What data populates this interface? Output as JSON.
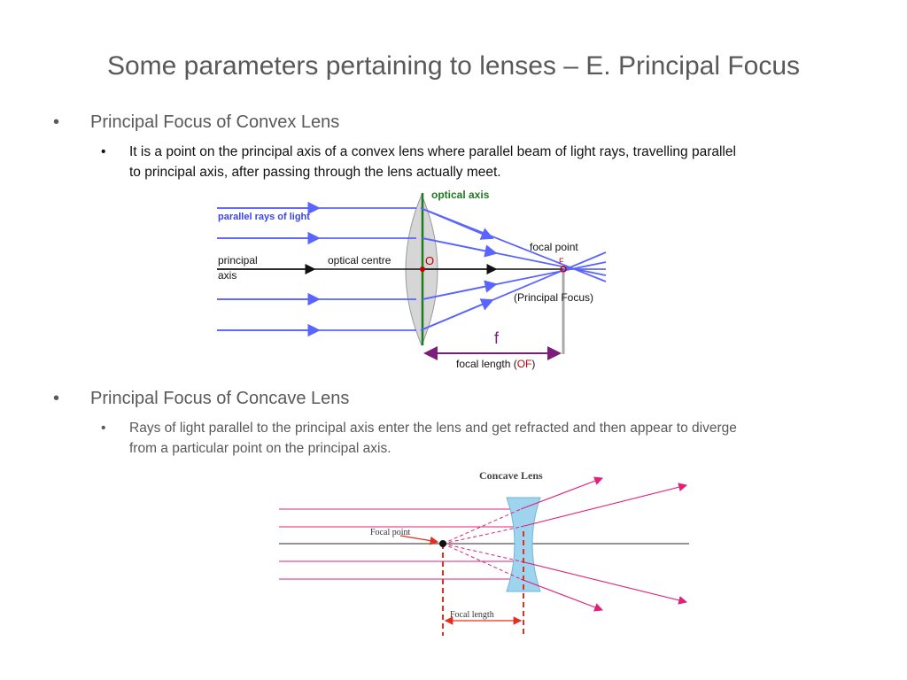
{
  "slide": {
    "title": "Some parameters pertaining to lenses – E. Principal Focus",
    "bullet_glyph": "•"
  },
  "section1": {
    "heading": "Principal Focus of Convex Lens",
    "text_line1": "It is a point on the principal axis of a convex lens where parallel beam of light rays, travelling parallel",
    "text_line2": "to principal axis, after passing through the lens actually meet."
  },
  "convex_diagram": {
    "optical_axis": "optical axis",
    "parallel_rays": "parallel rays of light",
    "principal_axis_line1": "principal",
    "principal_axis_line2": "axis",
    "optical_centre": "optical centre",
    "centre_letter": "O",
    "focal_point": "focal point",
    "focus_letter": "F",
    "principal_focus": "(Principal Focus)",
    "f_label": "f",
    "focal_length_prefix": "focal length (",
    "focal_length_of": "OF",
    "focal_length_suffix": ")",
    "colors": {
      "rays": "#5a64ff",
      "axis": "#1e7a1e",
      "accent": "#c00000",
      "lens": "#d6d6d6",
      "length_arrow": "#7b1e7b"
    }
  },
  "section2": {
    "heading": "Principal Focus of Concave Lens",
    "text_line1": "Rays of light parallel to the principal axis enter the lens and get refracted and then appear to diverge",
    "text_line2": "from a particular point on the principal axis."
  },
  "concave_diagram": {
    "title": "Concave Lens",
    "focal_point": "Focal point",
    "focal_length": "Focal length",
    "colors": {
      "rays": "#e0207a",
      "lens": "#9ed4ee",
      "dashed": "#e03020",
      "axis": "#555555"
    }
  }
}
